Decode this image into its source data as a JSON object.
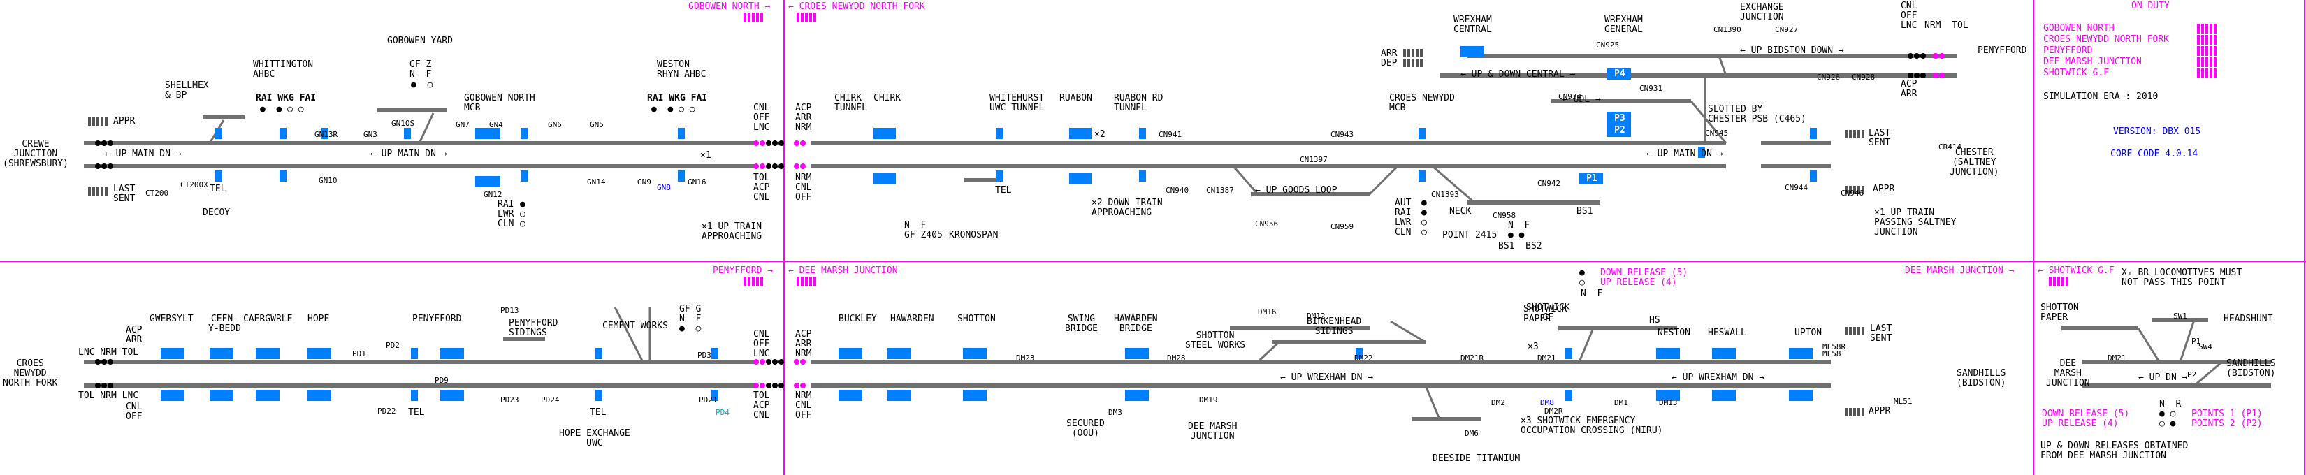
{
  "panels": {
    "top_left": {
      "header_right": "GOBOWEN NORTH →",
      "header_left": "← CROES NEWYDD NORTH FORK",
      "crewe": "CREWE\nJUNCTION\n(SHREWSBURY)",
      "appr": "APPR",
      "last_sent": "LAST\nSENT",
      "shellmex": "SHELLMEX\n& BP",
      "whittington": "WHITTINGTON\nAHBC",
      "rai_wkg_fai": "RAI WKG FAI",
      "gobowen_yard": "GOBOWEN YARD",
      "gf_z": "GF Z\nN  F",
      "gobowen_north_mcb": "GOBOWEN NORTH\nMCB",
      "weston": "WESTON\nRHYN AHBC",
      "rai_wkg_fai2": "RAI WKG FAI",
      "up_main_dn_a": "← UP MAIN DN →",
      "up_main_dn_b": "← UP MAIN DN →",
      "tel": "TEL",
      "decoy": "DECOY",
      "ct200": "CT200",
      "ct200x": "CT200X",
      "gn_signals": [
        "GN13R",
        "GN3",
        "GN10",
        "GN1OS",
        "GN7",
        "GN4",
        "GN6",
        "GN5",
        "GN12",
        "GN14",
        "GN9",
        "GN16",
        "GN8"
      ],
      "rai_lwr_cln": "RAI \nLWR \nCLN ",
      "up_train_appr": "×1 UP TRAIN\nAPPROACHING",
      "x1": "×1"
    },
    "mid_top": {
      "cnl_off_lnc": "CNL\nOFF\nLNC",
      "acp_arr_nrm": "ACP\nARR\nNRM",
      "tol_acp_cnl": "TOL\nACP\nCNL",
      "nrm_cnl_off": "NRM\nCNL\nOFF",
      "chirk_tunnel": "CHIRK\nTUNNEL",
      "chirk": "CHIRK",
      "gf_z405": "N  F\nGF Z405",
      "kronospan": "KRONOSPAN",
      "whitehurst": "WHITEHURST\nUWC TUNNEL",
      "ruabon": "RUABON",
      "ruabon_rd": "RUABON RD\nTUNNEL",
      "tel": "TEL",
      "x2": "×2",
      "x2_down": "×2 DOWN TRAIN\nAPPROACHING",
      "croes_newydd_mcb": "CROES NEWYDD\nMCB",
      "up_goods_loop": "← UP GOODS LOOP",
      "aut_rai_lwr_cln": "AUT\nRAI\nLWR\nCLN",
      "neck": "NECK",
      "point_2415": "POINT 2415",
      "n_f": "N  F",
      "bs1_bs2": "BS1  BS2",
      "bs1": "BS1",
      "cn_signals": [
        "CN941",
        "CN943",
        "CN1397",
        "CN940",
        "CN1387",
        "CN956",
        "CN959",
        "CN1393",
        "CN958",
        "CN942"
      ]
    },
    "wrexham": {
      "wrexham_central": "WREXHAM\nCENTRAL",
      "wrexham_general": "WREXHAM\nGENERAL",
      "exchange_junction": "EXCHANGE\nJUNCTION",
      "arr_dep": "ARR\nDEP",
      "up_down_central": "← UP & DOWN CENTRAL →",
      "up_bidston_down": "← UP BIDSTON DOWN →",
      "udl": "← UDL →",
      "slotted": "SLOTTED BY\nCHESTER PSB (C465)",
      "up_main_dn": "← UP MAIN DN →",
      "p4": "P4",
      "p3": "P3",
      "p2": "P2",
      "p1": "P1",
      "penyffordd": "PENYFFORD",
      "cnl_off_lnc": "CNL\nOFF\nLNC",
      "nrm_tol": "NRM  TOL",
      "acp_arr": "ACP\nARR",
      "last_sent": "LAST\nSENT",
      "appr": "APPR",
      "chester": "CHESTER\n(SALTNEY\nJUNCTION)",
      "x1_up_train": "×1 UP TRAIN\nPASSING SALTNEY\nJUNCTION",
      "cn_signals": [
        "CN925",
        "CN1390",
        "CN927",
        "CN926",
        "CN928",
        "CN934",
        "CN931",
        "CN945",
        "CN944",
        "CN946",
        "CR414"
      ]
    },
    "on_duty": {
      "title": "ON DUTY",
      "boxes": [
        "GOBOWEN NORTH",
        "CROES NEWYDD NORTH FORK",
        "PENYFFORD",
        "DEE MARSH JUNCTION",
        "SHOTWICK G.F"
      ],
      "simulation_era": "SIMULATION ERA : 2010",
      "version": "VERSION: DBX 015",
      "core_code": "CORE CODE 4.0.14"
    },
    "bottom_left": {
      "header_right": "PENYFFORD →",
      "header_left": "← DEE MARSH JUNCTION",
      "croes": "CROES\nNEWYDD\nNORTH FORK",
      "acp_arr": "ACP\nARR",
      "lnc_nrm_tol": "LNC NRM TOL",
      "tol_nrm_lnc": "TOL NRM LNC",
      "cnl_off": "CNL\nOFF",
      "gwersylt": "GWERSYLT",
      "cefn_y_bedd": "CEFN-\nY-BEDD",
      "caergwrle": "CAERGWRLE",
      "hope": "HOPE",
      "penyffordd": "PENYFFORD",
      "penyffordd_sidings": "PENYFFORD\nSIDINGS",
      "cement_works": "CEMENT WORKS",
      "gf_g": "GF G\nN  F",
      "tel": "TEL",
      "hope_exchange": "HOPE EXCHANGE\nUWC",
      "pd_signals": [
        "PD1",
        "PD2",
        "PD9",
        "PD13",
        "PD22",
        "PD23",
        "PD24",
        "PD3",
        "PD21",
        "PD4"
      ]
    },
    "bottom_mid": {
      "cnl_off_lnc": "CNL\nOFF\nLNC",
      "acp_arr_nrm": "ACP\nARR\nNRM",
      "tol_acp_cnl": "TOL\nACP\nCNL",
      "nrm_cnl_off": "NRM\nCNL\nOFF",
      "buckley": "BUCKLEY",
      "hawarden": "HAWARDEN",
      "shotton": "SHOTTON",
      "swing_bridge": "SWING\nBRIDGE",
      "hawarden_bridge": "HAWARDEN\nBRIDGE",
      "shotton_steel": "SHOTTON\nSTEEL WORKS",
      "birkenhead_sidings": "BIRKENHEAD\nSIDINGS",
      "secured": "SECURED\n(OOU)",
      "dee_marsh_junction": "DEE MARSH\nJUNCTION",
      "up_wrexham_dn": "← UP WREXHAM DN →",
      "up_wrexham_dn2": "← UP WREXHAM DN →",
      "deeside": "DEESIDE TITANIUM",
      "dm_signals": [
        "DM23",
        "DM3",
        "DM28",
        "DM16",
        "DM12",
        "DM22",
        "DM19",
        "DM21R",
        "DM6",
        "DM2",
        "DM8",
        "DM2R",
        "DM1",
        "DM13",
        "DM21",
        "DM22"
      ]
    },
    "bottom_right": {
      "header_right": "DEE MARSH JUNCTION →",
      "shotwick_gf": "SHOTWICK\nGF",
      "down_release": "DOWN RELEASE (5)",
      "up_release": "UP RELEASE (4)",
      "nf": "N  F",
      "shotwick_paper": "SHOTWICK\nPAPER",
      "hs": "HS",
      "x3": "×3",
      "x3_emergency": "×3 SHOTWICK EMERGENCY\nOCCUPATION CROSSING (NIRU)",
      "neston": "NESTON",
      "heswall": "HESWALL",
      "upton": "UPTON",
      "last_sent": "LAST\nSENT",
      "appr": "APPR",
      "sandhills": "SANDHILLS\n(BIDSTON)",
      "ml_signals": [
        "ML58R",
        "ML58",
        "ML51"
      ]
    },
    "shotwick": {
      "header": "← SHOTWICK G.F",
      "note": "X₁ BR LOCOMOTIVES MUST\nNOT PASS THIS POINT",
      "shotton_paper": "SHOTTON\nPAPER",
      "headshunt": "HEADSHUNT",
      "dee_marsh": "DEE\nMARSH\nJUNCTION",
      "up_dn": "← UP DN →",
      "sandhills": "SANDHILLS\n(BIDSTON)",
      "down_release": "DOWN RELEASE (5)",
      "up_release": "UP RELEASE (4)",
      "points1": "POINTS 1 (P1)",
      "points2": "POINTS 2 (P2)",
      "nr": "N  R",
      "releases_note": "UP & DOWN RELEASES OBTAINED\nFROM DEE MARSH JUNCTION",
      "sw": [
        "SW1",
        "SW4",
        "DM21",
        "P1",
        "P2"
      ]
    }
  },
  "colors": {
    "magenta": "#ff00ff",
    "blue": "#0080ff",
    "cyan": "#00c8d0",
    "track": "#707070"
  }
}
